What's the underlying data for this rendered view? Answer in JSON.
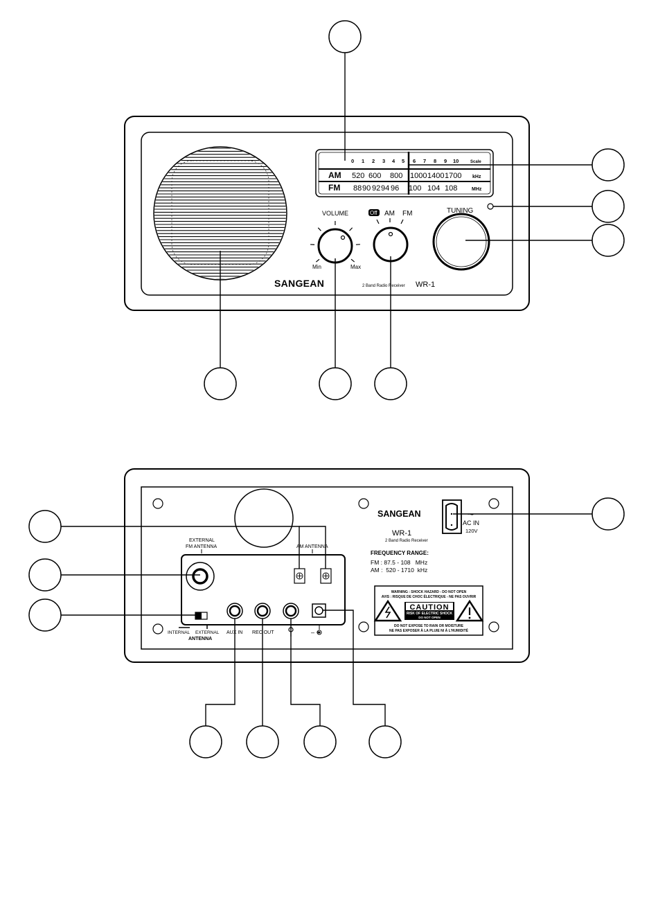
{
  "front": {
    "dial": {
      "scale_numbers": [
        "0",
        "1",
        "2",
        "3",
        "4",
        "5",
        "6",
        "7",
        "8",
        "9",
        "10"
      ],
      "scale_label": "Scale",
      "am_label": "AM",
      "am_values": [
        "520",
        "600",
        "800",
        "1000",
        "1400",
        "1700"
      ],
      "am_unit": "kHz",
      "fm_label": "FM",
      "fm_values": [
        "88",
        "90",
        "92",
        "94",
        "96",
        "100",
        "104",
        "108"
      ],
      "fm_unit": "MHz"
    },
    "volume_label": "VOLUME",
    "volume_min": "Min",
    "volume_max": "Max",
    "band_off": "Off",
    "band_am": "AM",
    "band_fm": "FM",
    "tuning_label": "TUNING",
    "brand": "SANGEAN",
    "model_desc": "2 Band Radio Receiver",
    "model": "WR-1"
  },
  "back": {
    "brand": "SANGEAN",
    "model": "WR-1",
    "model_desc": "2 Band Radio Receiver",
    "freq_title": "FREQUENCY RANGE:",
    "freq_fm": "FM : 87.5 - 108   MHz",
    "freq_am": "AM :  520 - 1710  kHz",
    "ac_in": "AC IN",
    "ac_voltage": "120V",
    "ac_symbol": "~",
    "ext_fm_antenna_1": "EXTERNAL",
    "ext_fm_antenna_2": "FM ANTENNA",
    "am_antenna": "AM ANTENNA",
    "antenna_internal": "INTERNAL",
    "antenna_external": "EXTERNAL",
    "antenna_label": "ANTENNA",
    "aux_in": "AUX IN",
    "rec_out": "REC OUT",
    "dc_symbol": "–  +",
    "warning_1": "WARNING : SHOCK HAZARD - DO NOT OPEN",
    "warning_2": "AVIS : RISQUE DE CHOC ÉLECTRIQUE - NE PAS OUVRIR",
    "caution": "CAUTION",
    "caution_sub1": "RISK OF ELECTRIC SHOCK",
    "caution_sub2": "DO NOT OPEN",
    "warning_3": "DO NOT EXPOSE TO RAIN OR MOISTURE",
    "warning_4": "NE PAS EXPOSER À LA PLUIE NI À L'HUMIDITÉ"
  }
}
